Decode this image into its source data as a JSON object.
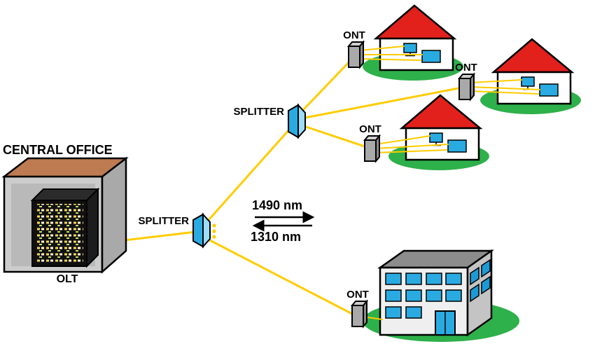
{
  "diagram": {
    "central_office": {
      "label": "CENTRAL OFFICE",
      "device_label": "OLT"
    },
    "splitters": [
      {
        "label": "SPLITTER"
      },
      {
        "label": "SPLITTER"
      }
    ],
    "wavelengths": {
      "downstream": "1490 nm",
      "upstream": "1310 nm"
    },
    "onts": [
      {
        "label": "ONT"
      },
      {
        "label": "ONT"
      },
      {
        "label": "ONT"
      },
      {
        "label": "ONT"
      }
    ],
    "premises": {
      "houses": 3,
      "office_buildings": 1
    },
    "links": [
      {
        "from": "olt",
        "to": "splitter-1"
      },
      {
        "from": "splitter-1",
        "to": "splitter-2"
      },
      {
        "from": "splitter-1",
        "to": "ont-4"
      },
      {
        "from": "splitter-2",
        "to": "ont-1"
      },
      {
        "from": "splitter-2",
        "to": "ont-2"
      },
      {
        "from": "splitter-2",
        "to": "ont-3"
      }
    ],
    "colors": {
      "fiber": "#FFCC00",
      "splitter": "#29ABE2",
      "splitter_light": "#9BDCF9",
      "roof_red": "#E3211C",
      "lawn_green": "#2EB04A",
      "window_blue": "#29ABE2",
      "office_roof_gray": "#8C8C8C",
      "central_office_roof_brown": "#BE7B51",
      "ont_gray": "#A9A9A9",
      "rack_black": "#0F0F0F"
    }
  }
}
